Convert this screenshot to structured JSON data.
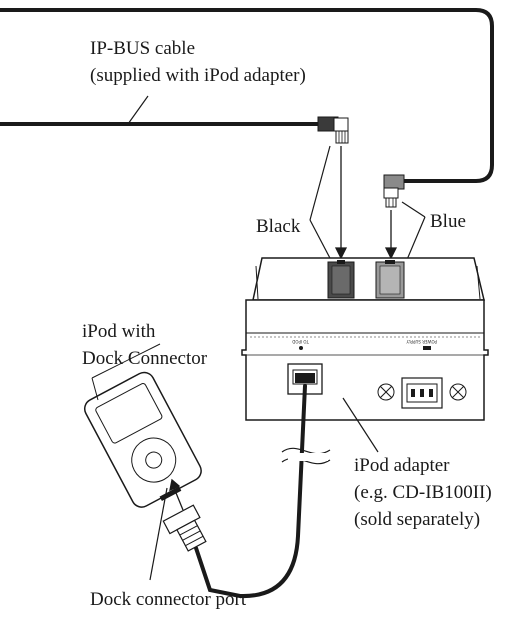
{
  "labels": {
    "ipbus_line1": "IP-BUS cable",
    "ipbus_line2": "(supplied with iPod adapter)",
    "black": "Black",
    "blue": "Blue",
    "ipod_line1": "iPod with",
    "ipod_line2": "Dock Connector",
    "adapter_line1": "iPod adapter",
    "adapter_line2": "(e.g. CD-IB100II)",
    "adapter_line3": "(sold separately)",
    "dock_port": "Dock connector port"
  },
  "adapter_panel": {
    "to_ipod": "TO IPOD",
    "power_supply": "POWER SUPPLY"
  },
  "colors": {
    "line": "#1a1a1a",
    "connector_black": "#3a3a3a",
    "connector_blue": "#8a8a8a",
    "box_fill": "#ffffff"
  }
}
